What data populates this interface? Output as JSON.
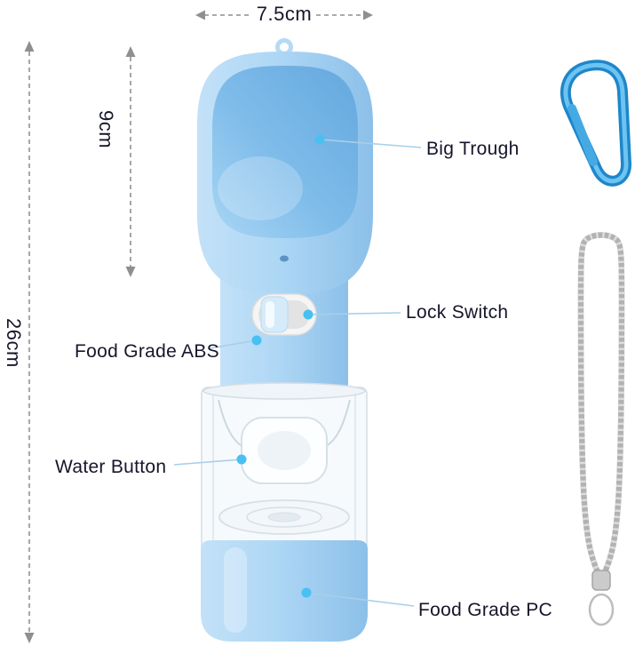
{
  "dimensions": {
    "trough_width": "7.5cm",
    "trough_depth": "9cm",
    "overall_height": "26cm"
  },
  "callouts": {
    "big_trough": "Big Trough",
    "lock_switch": "Lock Switch",
    "food_grade_abs": "Food Grade ABS",
    "water_button": "Water Button",
    "food_grade_pc": "Food Grade PC"
  },
  "icons": {
    "carabiner": "carabiner-clip-icon",
    "lanyard": "rope-lanyard-icon",
    "callout_marker": "dot-marker-icon"
  },
  "colors": {
    "background": "#ffffff",
    "bottle_blue": "#aed7f5",
    "bowl_blue": "#7fbcea",
    "callout_dot": "#49c0f1",
    "connector_line": "#a8cfe9",
    "dimension_line": "#8f8f8f",
    "text": "#16162b",
    "carabiner_blue": "#1f86c9",
    "lanyard_gray": "#b2b2b2"
  }
}
